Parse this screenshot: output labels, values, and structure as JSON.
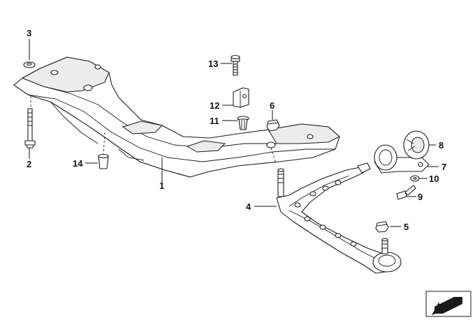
{
  "callouts": {
    "c1": "1",
    "c2": "2",
    "c3": "3",
    "c4": "4",
    "c5": "5",
    "c6": "6",
    "c7": "7",
    "c8": "8",
    "c9": "9",
    "c10": "10",
    "c11": "11",
    "c12": "12",
    "c13": "13",
    "c14": "14"
  },
  "icons": {
    "navigation": "arrow-icon"
  }
}
